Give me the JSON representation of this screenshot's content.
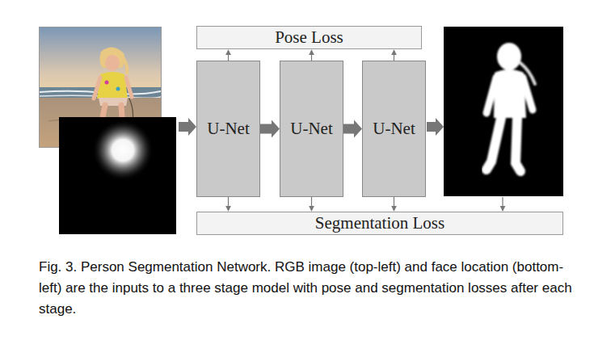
{
  "diagram": {
    "caption": "Fig. 3. Person Segmentation Network. RGB image (top-left) and face location (bottom-left) are the inputs to a three stage model with pose and segmentation losses after each stage.",
    "nodes": [
      {
        "text": [
          "Pose Loss"
        ]
      },
      {
        "text": [
          "U-Net"
        ]
      },
      {
        "text": [
          "U-Net"
        ]
      },
      {
        "text": [
          "U-Net"
        ]
      },
      {
        "text": [
          "Segmentation Loss"
        ]
      }
    ],
    "edges": [
      {
        "from": 1,
        "to": 2,
        "arrow": "to"
      },
      {
        "from": 2,
        "to": 3,
        "arrow": "to"
      },
      {
        "from": 1,
        "to": 0,
        "arrow": "to"
      },
      {
        "from": 2,
        "to": 0,
        "arrow": "to"
      },
      {
        "from": 3,
        "to": 0,
        "arrow": "to"
      },
      {
        "from": 1,
        "to": 4,
        "arrow": "to"
      },
      {
        "from": 2,
        "to": 4,
        "arrow": "to"
      },
      {
        "from": 3,
        "to": 4,
        "arrow": "to"
      }
    ]
  }
}
